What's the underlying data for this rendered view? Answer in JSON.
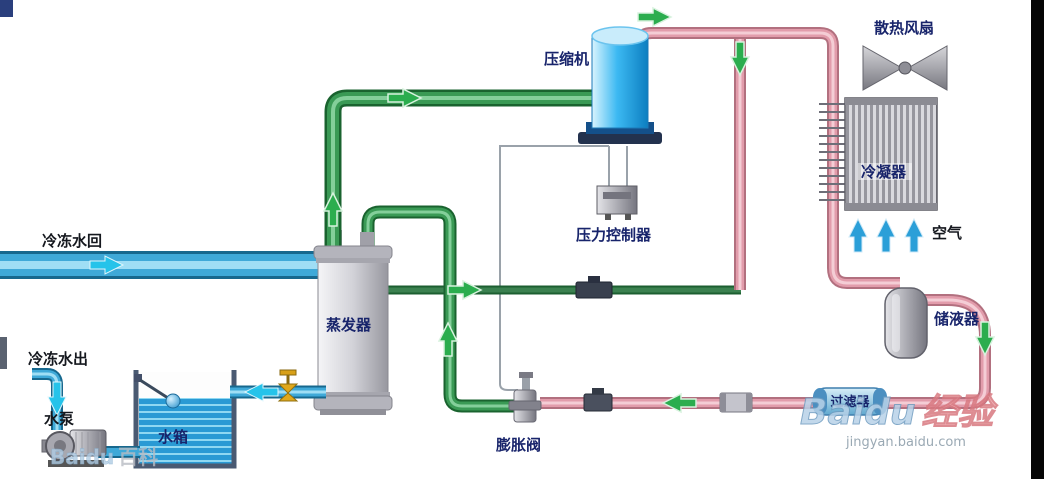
{
  "labels": {
    "compressor": "压缩机",
    "pressure_controller": "压力控制器",
    "fan": "散热风扇",
    "condenser": "冷凝器",
    "air": "空气",
    "receiver": "储液器",
    "filter": "过滤器",
    "expansion_valve": "膨胀阀",
    "evaporator": "蒸发器",
    "chilled_water_return": "冷冻水回",
    "chilled_water_out": "冷冻水出",
    "water_pump": "水泵",
    "water_tank": "水箱"
  },
  "watermarks": {
    "bottom_right_brand": "Baidu",
    "bottom_right_suffix": "经验",
    "bottom_right_url": "jingyan.baidu.com",
    "bottom_left_brand": "Baidu",
    "bottom_left_suffix": "百科"
  },
  "colors": {
    "pipe_green": "#3a9a55",
    "pipe_pink": "#e29cab",
    "pipe_water_blue": "#3fa9d8",
    "arrow_green": "#2bad4e",
    "arrow_cyan": "#25c3ea",
    "arrow_air_blue": "#2b9fd8",
    "compressor_blue": "#3cb9f2",
    "label_navy": "#18246b"
  }
}
